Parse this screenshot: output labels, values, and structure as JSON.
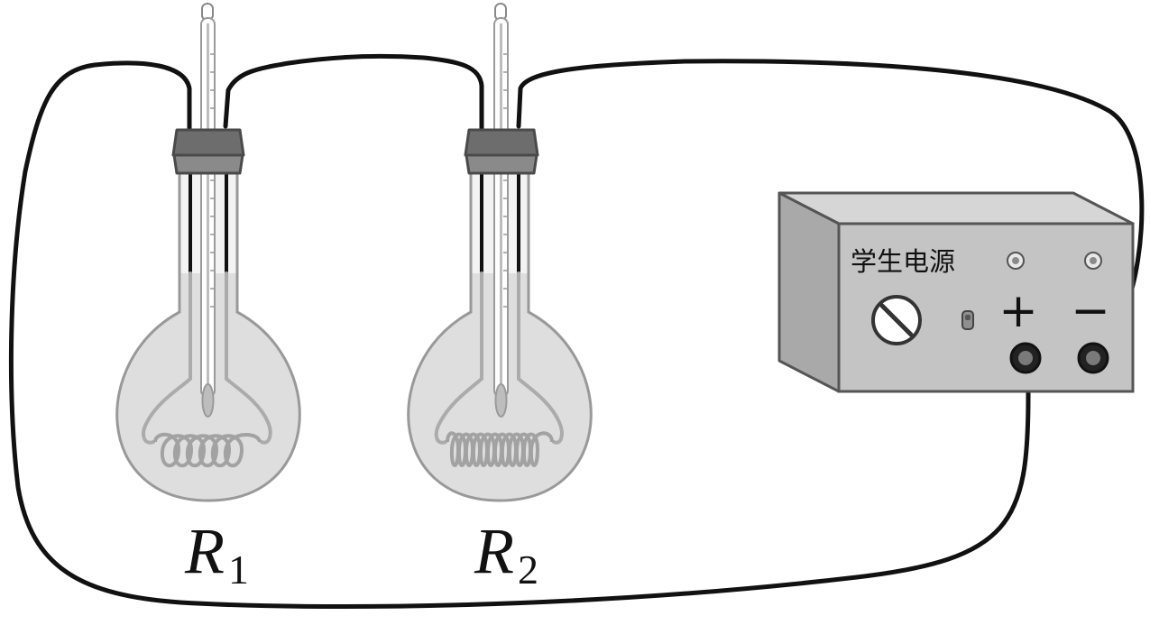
{
  "resistors": {
    "left": {
      "label": "R",
      "subscript": "1"
    },
    "right": {
      "label": "R",
      "subscript": "2"
    }
  },
  "power_supply": {
    "name": "学生电源",
    "positive": "+",
    "negative": "−"
  },
  "colors": {
    "wire": "#111111",
    "liquid": "#dedede",
    "glass": "#9a9a9a",
    "stopper": "#6d6d6d",
    "box_front": "#c4c4c4",
    "box_top": "#d6d6d6",
    "box_side": "#a9a9a9"
  }
}
